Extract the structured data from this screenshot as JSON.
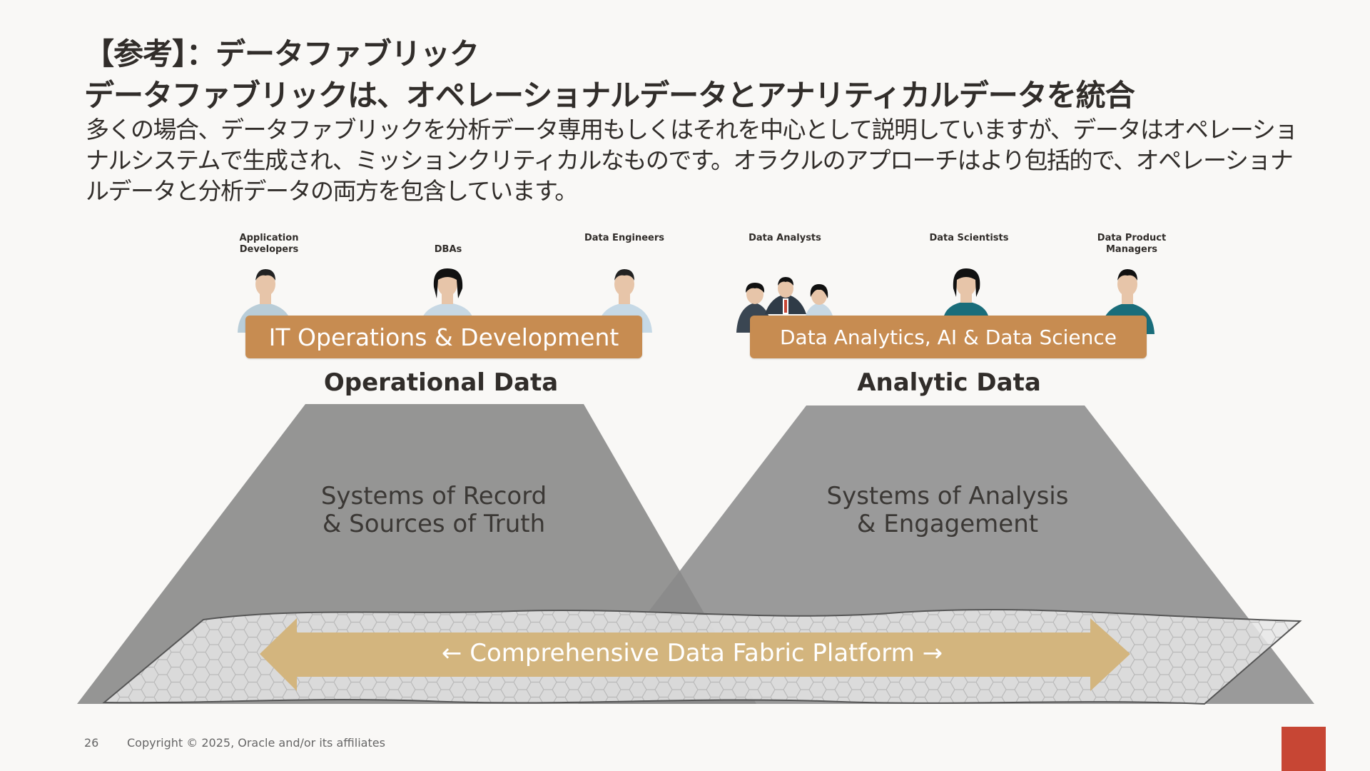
{
  "header": {
    "title_line1": "【参考】：データファブリック",
    "title_line2": "データファブリックは、オペレーショナルデータとアナリティカルデータを統合",
    "subtitle": "多くの場合、データファブリックを分析データ専用もしくはそれを中心として説明していますが、データはオペレーショナルシステムで生成され、ミッションクリティカルなものです。オラクルのアプローチはより包括的で、オペレーショナルデータと分析データの両方を包含しています。"
  },
  "personas": {
    "app_dev": "Application Developers",
    "dbas": "DBAs",
    "data_eng": "Data Engineers",
    "data_analysts": "Data Analysts",
    "data_sci": "Data Scientists",
    "dpm": "Data Product Managers"
  },
  "banners": {
    "left": "IT Operations & Development",
    "right": "Data Analytics, AI & Data Science"
  },
  "sections": {
    "operational": "Operational Data",
    "analytic": "Analytic Data",
    "record_line1": "Systems of Record",
    "record_line2": "& Sources of Truth",
    "analysis_line1": "Systems of Analysis",
    "analysis_line2": "& Engagement"
  },
  "platform": {
    "label": "← Comprehensive Data Fabric Platform →"
  },
  "footer": {
    "page_number": "26",
    "copyright": "Copyright © 2025, Oracle and/or its affiliates"
  },
  "colors": {
    "banner": "#c78c51",
    "trapezoid": "#9a9a9a",
    "arrow": "#d3b57e",
    "oracle_red": "#c74634"
  }
}
